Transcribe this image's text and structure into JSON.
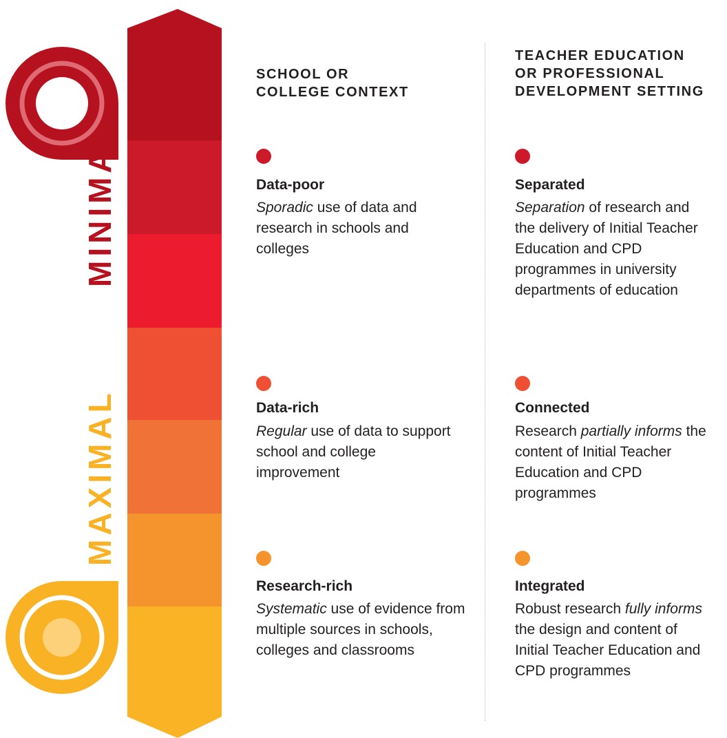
{
  "colors": {
    "minimal": "#b5111f",
    "maximal": "#f9b224",
    "levels": [
      "#b5111f",
      "#cc1a2b",
      "#ec1c2e",
      "#ef5033",
      "#f07236",
      "#f5942d",
      "#fbb326"
    ],
    "dot_low": "#cc1a2b",
    "dot_mid": "#ef5033",
    "dot_high": "#f5942d"
  },
  "labels": {
    "minimal": "MINIMAL",
    "maximal": "MAXIMAL"
  },
  "icons": {
    "top": "target-ring-icon",
    "bottom": "target-ring-icon"
  },
  "columns": {
    "school": {
      "heading": "SCHOOL OR COLLEGE CONTEXT",
      "heading_line1": "SCHOOL OR",
      "heading_line2": "COLLEGE CONTEXT",
      "items": [
        {
          "title": "Data-poor",
          "emphasis": "Sporadic",
          "text": " use of data and research in schools and colleges"
        },
        {
          "title": "Data-rich",
          "emphasis": "Regular",
          "text": " use of data to support school and college improvement"
        },
        {
          "title": "Research-rich",
          "emphasis": "Systematic",
          "text": " use of evidence from multiple sources in schools, colleges and classrooms"
        }
      ]
    },
    "teacher": {
      "heading_line1": "TEACHER EDUCATION",
      "heading_line2": "OR PROFESSIONAL",
      "heading_line3": "DEVELOPMENT SETTING",
      "items": [
        {
          "title": "Separated",
          "pre": "",
          "emphasis": "Separation",
          "text": " of research and the delivery of Initial Teacher Education and CPD programmes in university departments of education"
        },
        {
          "title": "Connected",
          "pre": "Research ",
          "emphasis": "partially informs",
          "text": " the content of Initial Teacher Education and CPD programmes"
        },
        {
          "title": "Integrated",
          "pre": "Robust research ",
          "emphasis": "fully informs",
          "text": " the design and content of Initial Teacher Education and CPD programmes"
        }
      ]
    }
  }
}
